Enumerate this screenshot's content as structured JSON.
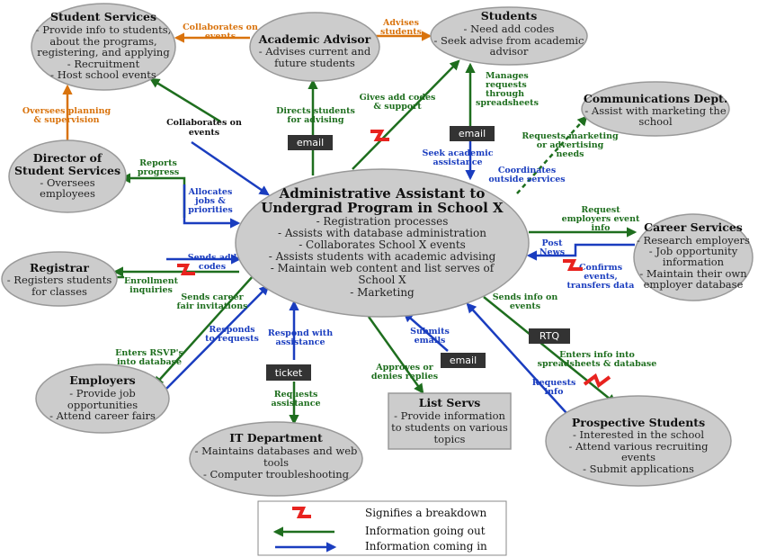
{
  "colors": {
    "node_fill": "#cccccc",
    "node_stroke": "#999999",
    "out": "#1e6e1e",
    "in": "#1a3dbf",
    "orange": "#d9730d",
    "breakdown": "#e8231f",
    "tag_bg": "#333333"
  },
  "nodes": {
    "student_services": {
      "title": "Student Services",
      "lines": [
        "- Provide info to students,",
        "about the programs,",
        "registering, and applying",
        "- Recruitment",
        "- Host school events"
      ]
    },
    "academic_advisor": {
      "title": "Academic Advisor",
      "lines": [
        "- Advises current and",
        "future students"
      ]
    },
    "students": {
      "title": "Students",
      "lines": [
        "- Need add codes",
        "- Seek advise from academic",
        "advisor"
      ]
    },
    "communications": {
      "title": "Communications Dept.",
      "lines": [
        "- Assist with marketing the",
        "school"
      ]
    },
    "director": {
      "title": "Director of Student Services",
      "title_lines": [
        "Director of",
        "Student Services"
      ],
      "lines": [
        "- Oversees",
        "employees"
      ]
    },
    "admin": {
      "title_lines": [
        "Administrative Assistant to",
        "Undergrad Program in School X"
      ],
      "lines": [
        "- Registration processes",
        "- Assists with database administration",
        "- Collaborates School X events",
        "- Assists students with academic advising",
        "- Maintain web content and list serves of",
        "School X",
        "- Marketing"
      ]
    },
    "career": {
      "title": "Career Services",
      "lines": [
        "- Research employers",
        "- Job opportunity",
        "information",
        "- Maintain their own",
        "employer database"
      ]
    },
    "registrar": {
      "title": "Registrar",
      "lines": [
        "- Registers students",
        "for classes"
      ]
    },
    "employers": {
      "title": "Employers",
      "lines": [
        "- Provide job",
        "opportunities",
        "- Attend career fairs"
      ]
    },
    "it": {
      "title": "IT Department",
      "lines": [
        "- Maintains databases and web",
        "tools",
        "- Computer troubleshooting"
      ]
    },
    "listservs": {
      "title": "List Servs",
      "lines": [
        "- Provide information",
        "to students on various",
        "topics"
      ]
    },
    "prospective": {
      "title": "Prospective Students",
      "lines": [
        "- Interested in the school",
        "- Attend various recruiting",
        "events",
        "- Submit applications"
      ]
    }
  },
  "edge_labels": {
    "collab_events_top": [
      "Collaborates on",
      "events"
    ],
    "advises_students": [
      "Advises",
      "students"
    ],
    "oversees_planning": [
      "Oversees planning",
      "& supervision"
    ],
    "collab_events_mid": [
      "Collaborates on",
      "events"
    ],
    "directs_students": [
      "Directs students",
      "for advising"
    ],
    "gives_add_codes": [
      "Gives add codes",
      "& support"
    ],
    "manages_requests": [
      "Manages",
      "requests",
      "through",
      "spreadsheets"
    ],
    "seek_advising": [
      "Seek academic",
      "assistance"
    ],
    "reports_marketing": [
      "Requests marketing",
      "or advertising",
      "needs"
    ],
    "coordinates": [
      "Coordinates",
      "outside services"
    ],
    "reports_progress": [
      "Reports",
      "progress"
    ],
    "allocates": [
      "Allocates",
      "jobs &",
      "priorities"
    ],
    "request_employers": [
      "Request",
      "employers event",
      "info"
    ],
    "post_news": [
      "Post",
      "News"
    ],
    "confirms_events": [
      "Confirms",
      "events,",
      "transfers data"
    ],
    "sends_add_codes": [
      "Sends add",
      "codes"
    ],
    "enrollment": [
      "Enrollment",
      "inquiries"
    ],
    "sends_career": [
      "Sends career",
      "fair invitations"
    ],
    "responds": [
      "Responds",
      "to requests"
    ],
    "enters_rsvp": [
      "Enters RSVP's",
      "into database"
    ],
    "respond_assist": [
      "Respond with",
      "assistance"
    ],
    "requests_assist": [
      "Requests",
      "assistance"
    ],
    "submits_emails": [
      "Submits",
      "emails"
    ],
    "approves": [
      "Approves or",
      "denies replies"
    ],
    "sends_info": [
      "Sends info on",
      "events"
    ],
    "enters_info": [
      "Enters info into",
      "spreadsheets & database"
    ],
    "requests_info": [
      "Requests",
      "info"
    ]
  },
  "tags": {
    "email_1": "email",
    "email_2": "email",
    "email_3": "email",
    "rtq": "RTQ",
    "ticket": "ticket"
  },
  "legend": {
    "breakdown": "Signifies a breakdown",
    "out": "Information going out",
    "in": "Information coming in"
  }
}
